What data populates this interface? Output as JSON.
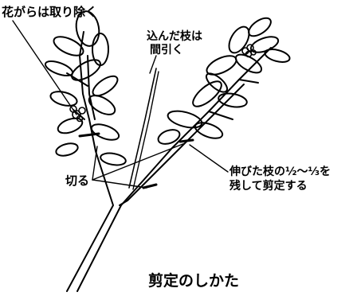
{
  "diagram": {
    "caption": "剪定のしかた",
    "labels": {
      "spent_flowers": "花がらは取り除く",
      "crowded_branches_line1": "込んだ枝は",
      "crowded_branches_line2": "間引く",
      "cut": "切る",
      "leave_and_prune_line1": "伸びた枝の½～⅓を",
      "leave_and_prune_line2": "残して剪定する"
    },
    "style": {
      "ink": "#000000",
      "paper": "#ffffff"
    }
  }
}
